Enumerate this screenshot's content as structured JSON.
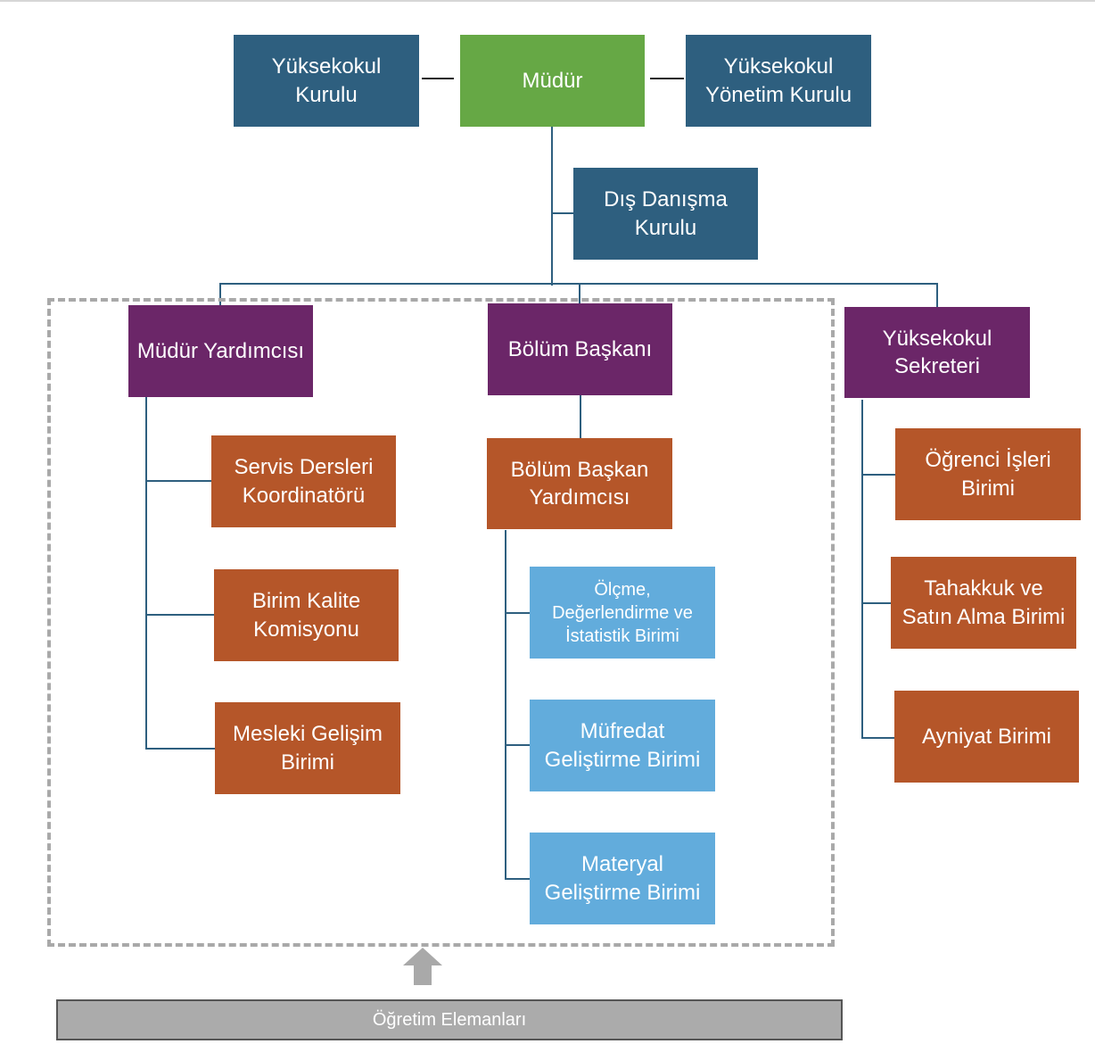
{
  "top_row": {
    "left": "Yüksekokul\nKurulu",
    "center": "Müdür",
    "right": "Yüksekokul\nYönetim Kurulu"
  },
  "advisory": "Dış Danışma\nKurulu",
  "branches": {
    "vice_director": {
      "title": "Müdür Yardımcısı",
      "units": [
        "Servis Dersleri\nKoordinatörü",
        "Birim Kalite\nKomisyonu",
        "Mesleki Gelişim\nBirimi"
      ]
    },
    "department_head": {
      "title": "Bölüm Başkanı",
      "assistant": "Bölüm Başkan\nYardımcısı",
      "units": [
        "Ölçme,\nDeğerlendirme ve\nİstatistik Birimi",
        "Müfredat\nGeliştirme Birimi",
        "Materyal\nGeliştirme Birimi"
      ]
    },
    "secretary": {
      "title": "Yüksekokul\nSekreteri",
      "units": [
        "Öğrenci İşleri\nBirimi",
        "Tahakkuk ve\nSatın Alma Birimi",
        "Ayniyat Birimi"
      ]
    }
  },
  "footer": "Öğretim Elemanları",
  "colors": {
    "board": "#2e5f7f",
    "director": "#66a845",
    "branch_head": "#6b2668",
    "unit": "#b55629",
    "sub_unit": "#62acdc",
    "footer": "#ababab",
    "dashed_border": "#a9a9a9"
  }
}
